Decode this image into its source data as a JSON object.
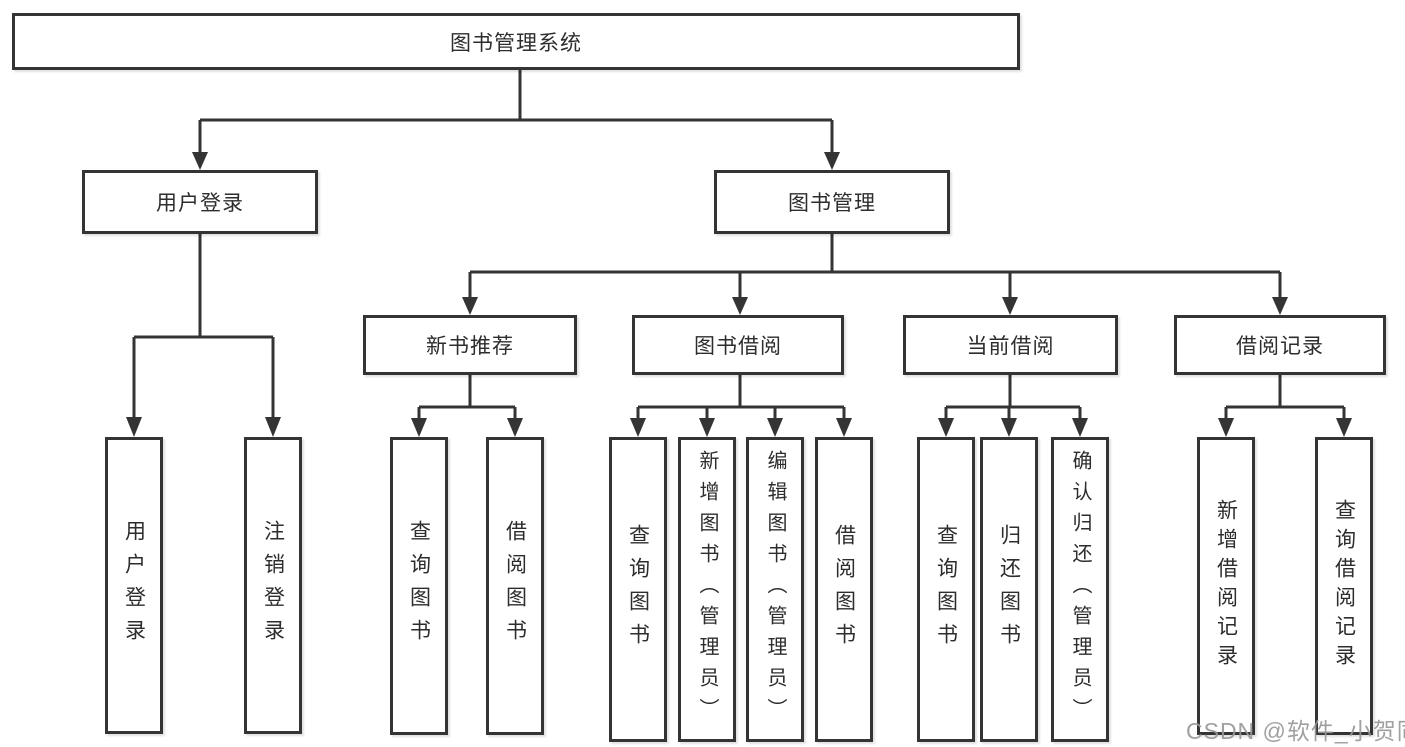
{
  "diagram": {
    "root": "图书管理系统",
    "branches": {
      "user": {
        "label": "用户登录",
        "leaves": [
          "用户登录",
          "注销登录"
        ]
      },
      "books": {
        "label": "图书管理",
        "groups": [
          {
            "label": "新书推荐",
            "leaves": [
              "查询图书",
              "借阅图书"
            ]
          },
          {
            "label": "图书借阅",
            "leaves": [
              "查询图书",
              "新增图书（管理员）",
              "编辑图书（管理员）",
              "借阅图书"
            ]
          },
          {
            "label": "当前借阅",
            "leaves": [
              "查询图书",
              "归还图书",
              "确认归还（管理员）"
            ]
          },
          {
            "label": "借阅记录",
            "leaves": [
              "新增借阅记录",
              "查询借阅记录"
            ]
          }
        ]
      }
    }
  },
  "watermark": "CSDN @软件_小贺同学",
  "colors": {
    "line": "#343434",
    "text": "#2d2d2d",
    "watermark": "#989898",
    "background": "#ffffff"
  }
}
